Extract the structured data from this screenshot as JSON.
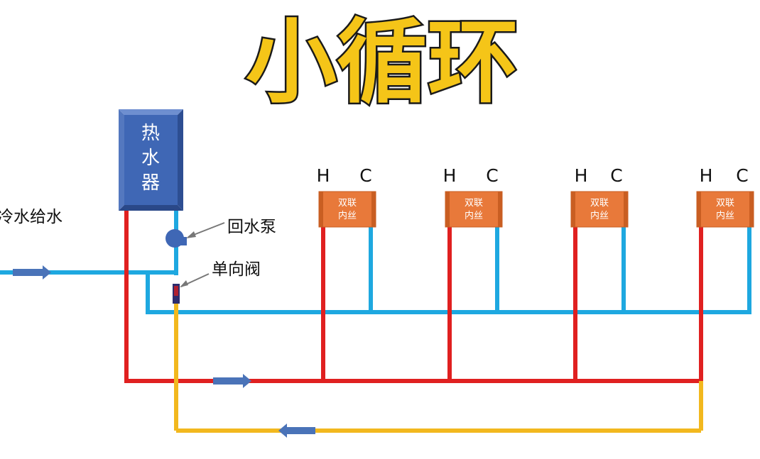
{
  "title": "小循环",
  "heater": {
    "label_lines": [
      "热",
      "水",
      "器"
    ]
  },
  "labels": {
    "cold_supply": "冷水给水",
    "return_pump": "回水泵",
    "check_valve": "单向阀"
  },
  "fixtures": [
    {
      "hot": "H",
      "cold": "C",
      "line1": "双联",
      "line2": "内丝"
    },
    {
      "hot": "H",
      "cold": "C",
      "line1": "双联",
      "line2": "内丝"
    },
    {
      "hot": "H",
      "cold": "C",
      "line1": "双联",
      "line2": "内丝"
    },
    {
      "hot": "H",
      "cold": "C",
      "line1": "双联",
      "line2": "内丝"
    }
  ],
  "colors": {
    "hot_pipe": "#E02020",
    "cold_pipe": "#1EA8E0",
    "return_pipe": "#F2B81E",
    "heater": "#3F67B5",
    "fixture": "#E8793A",
    "arrow": "#4A73B8",
    "title_fill": "#F5C518"
  }
}
